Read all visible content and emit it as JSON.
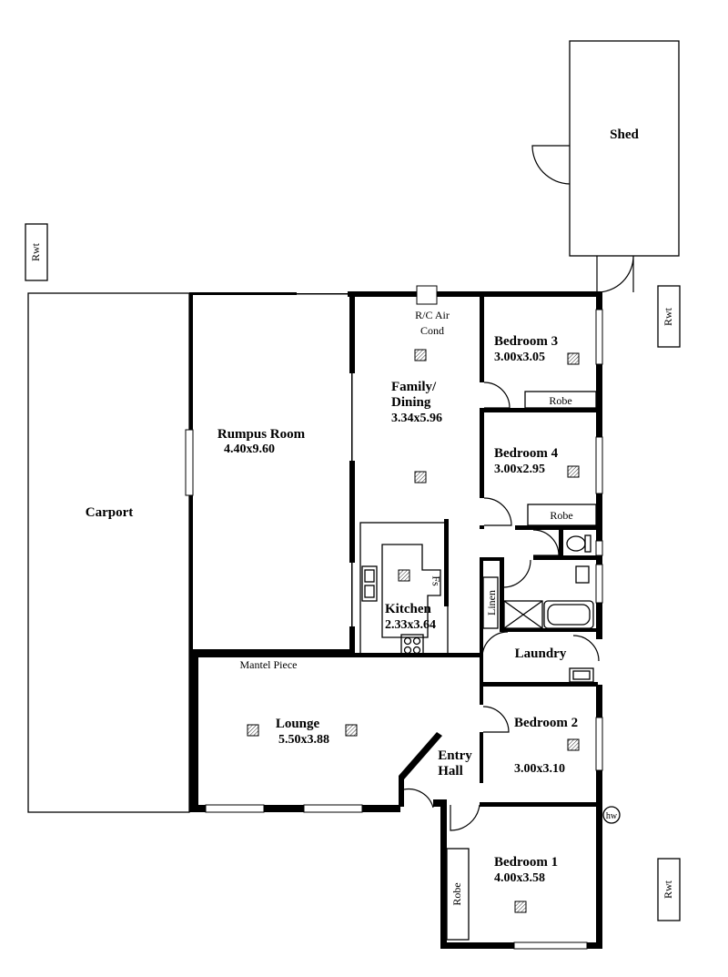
{
  "plan": {
    "outdoor": {
      "shed": "Shed",
      "carport": "Carport",
      "rwt_top_left": "Rwt",
      "rwt_top_right": "Rwt",
      "rwt_bottom_right": "Rwt",
      "hot_water": "hw"
    },
    "rooms": {
      "rumpus": {
        "name": "Rumpus Room",
        "size": "4.40x9.60"
      },
      "family": {
        "name_line1": "Family/",
        "name_line2": "Dining",
        "size": "3.34x5.96"
      },
      "aircon": {
        "line1": "R/C Air",
        "line2": "Cond"
      },
      "bedroom3": {
        "name": "Bedroom 3",
        "size": "3.00x3.05",
        "robe": "Robe"
      },
      "bedroom4": {
        "name": "Bedroom 4",
        "size": "3.00x2.95",
        "robe": "Robe"
      },
      "kitchen": {
        "name": "Kitchen",
        "size": "2.33x3.64",
        "fridge": "Fs"
      },
      "linen": "Linen",
      "laundry": "Laundry",
      "mantel": "Mantel Piece",
      "lounge": {
        "name": "Lounge",
        "size": "5.50x3.88"
      },
      "entry": {
        "line1": "Entry",
        "line2": "Hall"
      },
      "bedroom2": {
        "name": "Bedroom 2",
        "size": "3.00x3.10"
      },
      "bedroom1": {
        "name": "Bedroom 1",
        "size": "4.00x3.58",
        "robe": "Robe"
      }
    }
  }
}
